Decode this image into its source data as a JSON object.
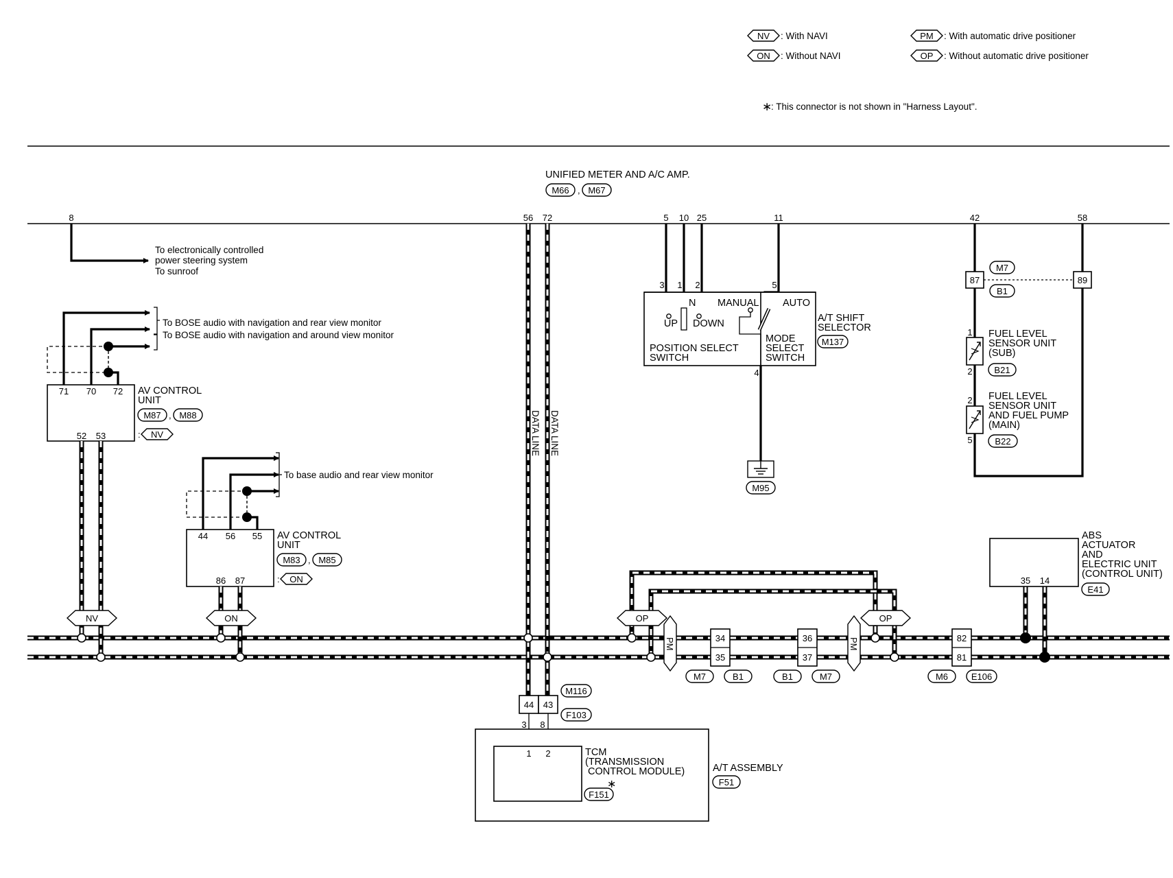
{
  "legend": {
    "nv": {
      "tag": "NV",
      "text": ": With NAVI"
    },
    "on": {
      "tag": "ON",
      "text": ": Without NAVI"
    },
    "pm": {
      "tag": "PM",
      "text": ": With automatic drive positioner"
    },
    "op": {
      "tag": "OP",
      "text": ": Without automatic drive positioner"
    },
    "note_star": "∗",
    "note_text": ": This connector is not shown in \"Harness Layout\"."
  },
  "meter": {
    "title": "UNIFIED METER AND A/C AMP.",
    "conn1": "M66",
    "comma": ",",
    "conn2": "M67",
    "pins": {
      "p8": "8",
      "p56": "56",
      "p72": "72",
      "p5": "5",
      "p10": "10",
      "p25": "25",
      "p11": "11",
      "p42": "42",
      "p58": "58"
    }
  },
  "steering_note": {
    "line1": "To electronically controlled",
    "line2": "power steering system",
    "line3": "To sunroof"
  },
  "bose_notes": {
    "line1": "To BOSE audio with navigation and rear view monitor",
    "line2": "To BOSE audio with navigation and around view monitor"
  },
  "av_unit_nv": {
    "name1": "AV CONTROL",
    "name2": "UNIT",
    "conn1": "M87",
    "conn2": "M88",
    "comma": ",",
    "colon": ":",
    "tag": "NV",
    "pins": {
      "p71": "71",
      "p70": "70",
      "p72": "72",
      "p52": "52",
      "p53": "53"
    }
  },
  "base_note": "To base audio and rear view monitor",
  "av_unit_on": {
    "name1": "AV CONTROL",
    "name2": "UNIT",
    "conn1": "M83",
    "conn2": "M85",
    "comma": ",",
    "colon": ":",
    "tag": "ON",
    "pins": {
      "p44": "44",
      "p56": "56",
      "p55": "55",
      "p86": "86",
      "p87": "87"
    }
  },
  "data_line": {
    "left": "DATA LINE",
    "right": "DATA LINE"
  },
  "shift_selector": {
    "name1": "A/T SHIFT",
    "name2": "SELECTOR",
    "conn": "M137",
    "pins": {
      "p3": "3",
      "p1": "1",
      "p2": "2",
      "p5": "5",
      "p4": "4"
    },
    "labels": {
      "up": "UP",
      "n": "N",
      "down": "DOWN",
      "manual": "MANUAL",
      "auto": "AUTO",
      "pos1": "POSITION SELECT",
      "pos2": "SWITCH",
      "mode1": "MODE",
      "mode2": "SELECT",
      "mode3": "SWITCH"
    },
    "ground_conn": "M95"
  },
  "fuel": {
    "conn_m7": "M7",
    "conn_b1": "B1",
    "pin87": "87",
    "pin89": "89",
    "sub": {
      "l1": "FUEL LEVEL",
      "l2": "SENSOR UNIT",
      "l3": "(SUB)",
      "conn": "B21",
      "pinA": "1",
      "pinB": "2"
    },
    "main": {
      "l1": "FUEL LEVEL",
      "l2": "SENSOR UNIT",
      "l3": "AND FUEL PUMP",
      "l4": "(MAIN)",
      "conn": "B22",
      "pinA": "2",
      "pinB": "5"
    }
  },
  "abs": {
    "l1": "ABS",
    "l2": "ACTUATOR",
    "l3": "AND",
    "l4": "ELECTRIC UNIT",
    "l5": "(CONTROL UNIT)",
    "conn": "E41",
    "pins": {
      "p35": "35",
      "p14": "14"
    }
  },
  "bus": {
    "tag_nv": "NV",
    "tag_on": "ON",
    "tag_op1": "OP",
    "tag_op2": "OP",
    "tag_pm1": "PM",
    "tag_pm2": "PM",
    "j1": {
      "top": "34",
      "bottom": "35",
      "conn_a": "M7",
      "conn_b": "B1"
    },
    "j2": {
      "top": "36",
      "bottom": "37",
      "conn_a": "B1",
      "conn_b": "M7"
    },
    "j3": {
      "top": "82",
      "bottom": "81",
      "conn_a": "M6",
      "conn_b": "E106"
    }
  },
  "tcm": {
    "joint": {
      "left": "44",
      "right": "43",
      "conn_top": "M116",
      "conn_bottom": "F103"
    },
    "pin3": "3",
    "pin8": "8",
    "pin1": "1",
    "pin2": "2",
    "name1": "TCM",
    "name2": "(TRANSMISSION",
    "name3": "CONTROL MODULE)",
    "star": "∗",
    "conn": "F151",
    "assembly": "A/T ASSEMBLY",
    "assembly_conn": "F51"
  }
}
